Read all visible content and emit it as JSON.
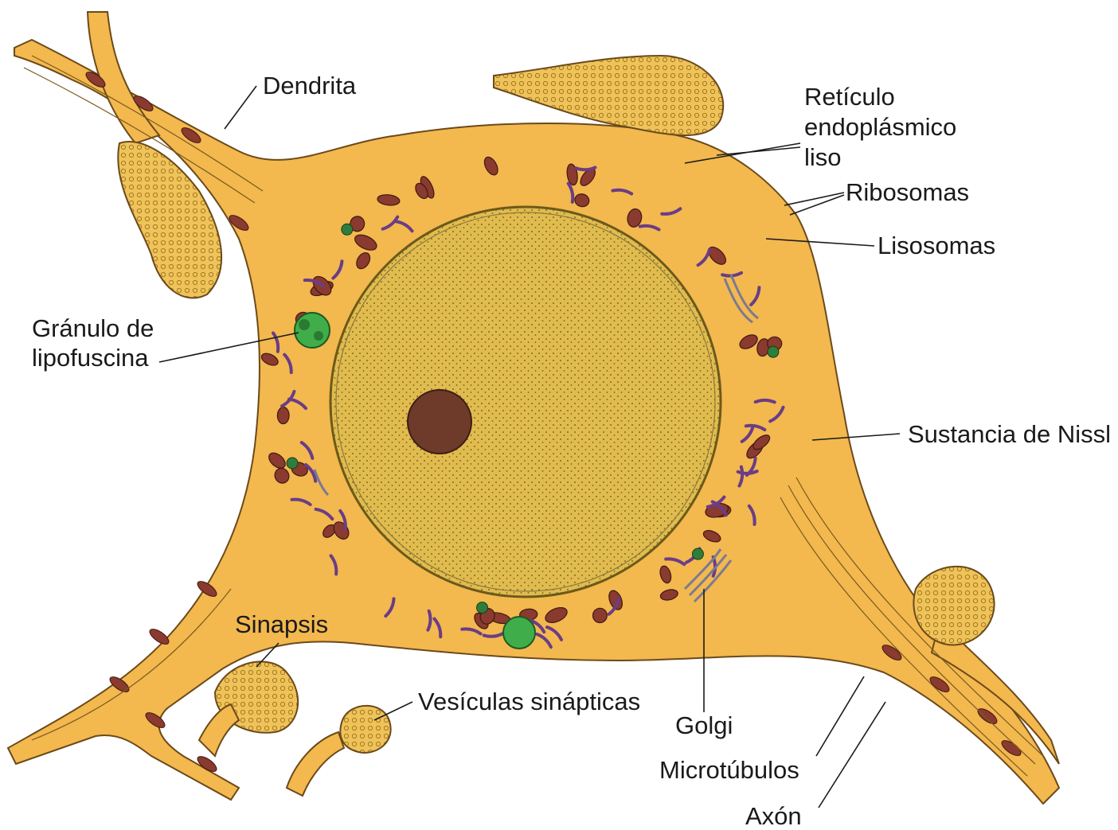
{
  "labels": {
    "dendrita": "Dendrita",
    "reticulo_1": "Retículo",
    "reticulo_2": "endoplásmico",
    "reticulo_3": "liso",
    "ribosomas": "Ribosomas",
    "lisosomas": "Lisosomas",
    "lipofuscina_1": "Gránulo de",
    "lipofuscina_2": "lipofuscina",
    "nissl": "Sustancia de Nissl",
    "sinapsis": "Sinapsis",
    "vesiculas": "Vesículas sinápticas",
    "golgi": "Golgi",
    "microtubulos": "Microtúbulos",
    "axon": "Axón"
  },
  "colors": {
    "cytoplasm": "#f3b84e",
    "cell_outline": "#6b4a1a",
    "nucleus": "#e0b84a",
    "nucleolus": "#6e3a2a",
    "mitochondria": "#8a3a2e",
    "nissl": "#6a3d86",
    "lysosome": "#2f7d3a",
    "lipofuscin": "#3fae4a",
    "golgi": "#8a8aa0",
    "vesicle": "#c9962a"
  }
}
